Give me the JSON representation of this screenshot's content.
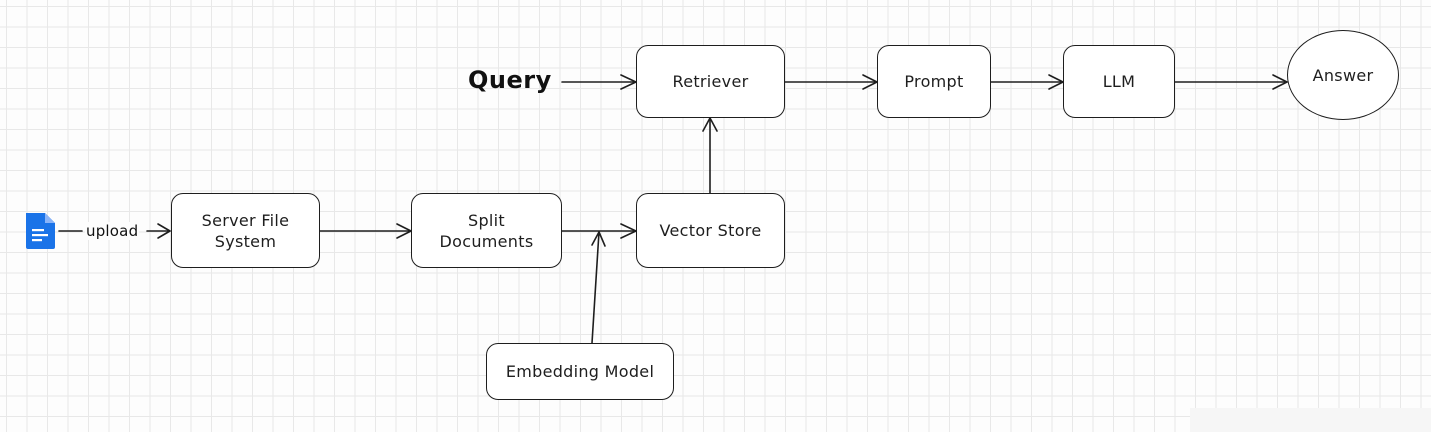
{
  "diagram": {
    "query_label": "Query",
    "upload_label": "upload",
    "nodes": {
      "server_file_system": [
        "Server File",
        "System"
      ],
      "split_documents": [
        "Split",
        "Documents"
      ],
      "vector_store": "Vector Store",
      "embedding_model": "Embedding Model",
      "retriever": "Retriever",
      "prompt": "Prompt",
      "llm": "LLM",
      "answer": "Answer"
    },
    "icons": {
      "document": "document-icon"
    },
    "colors": {
      "ink": "#1e1e1e",
      "grid": "#e8e8e8",
      "document_icon": "#1a73e8"
    }
  }
}
